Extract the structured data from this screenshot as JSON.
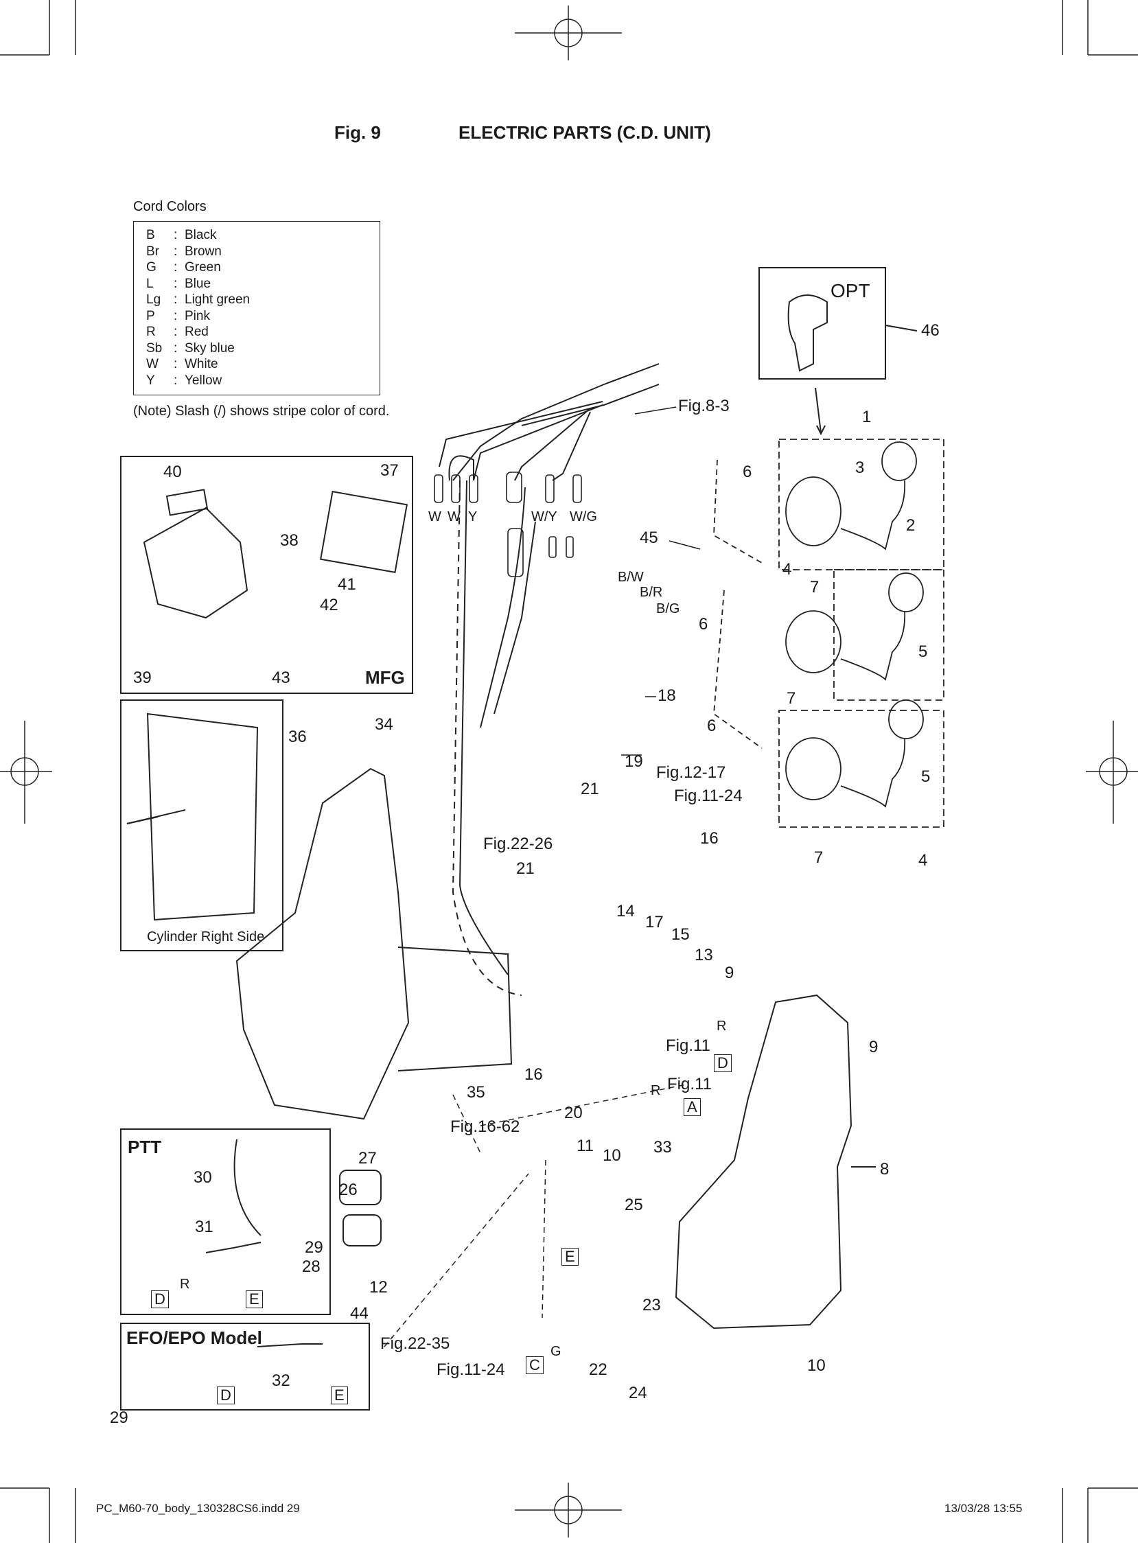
{
  "header": {
    "fig_number": "Fig. 9",
    "fig_title": "ELECTRIC PARTS (C.D. UNIT)"
  },
  "cord_colors": {
    "heading": "Cord Colors",
    "items": [
      {
        "code": "B",
        "name": "Black"
      },
      {
        "code": "Br",
        "name": "Brown"
      },
      {
        "code": "G",
        "name": "Green"
      },
      {
        "code": "L",
        "name": "Blue"
      },
      {
        "code": "Lg",
        "name": "Light green"
      },
      {
        "code": "P",
        "name": "Pink"
      },
      {
        "code": "R",
        "name": "Red"
      },
      {
        "code": "Sb",
        "name": "Sky blue"
      },
      {
        "code": "W",
        "name": "White"
      },
      {
        "code": "Y",
        "name": "Yellow"
      }
    ],
    "note": "(Note) Slash (/) shows stripe color of cord."
  },
  "groups": {
    "opt": "OPT",
    "mfg": "MFG",
    "ptt": "PTT",
    "efo": "EFO/EPO Model",
    "cylinder": "Cylinder Right Side"
  },
  "wire_labels": {
    "w1": "W",
    "w2": "W",
    "y": "Y",
    "wy": "W/Y",
    "wg": "W/G",
    "bw": "B/W",
    "br": "B/R",
    "bg": "B/G",
    "r1": "R",
    "r2": "R",
    "r3": "R",
    "g": "G"
  },
  "refs": {
    "fig8_3": "Fig.8-3",
    "fig12_17": "Fig.12-17",
    "fig11_24a": "Fig.11-24",
    "fig22_26": "Fig.22-26",
    "fig11a": "Fig.11",
    "fig11b": "Fig.11",
    "fig16_62": "Fig.16-62",
    "fig22_35": "Fig.22-35",
    "fig11_24b": "Fig.11-24"
  },
  "connectors": {
    "a": "A",
    "d1": "D",
    "d2": "D",
    "d3": "D",
    "e1": "E",
    "e2": "E",
    "e3": "E",
    "c": "C"
  },
  "part_numbers": {
    "p1": "1",
    "p2": "2",
    "p3": "3",
    "p4a": "4",
    "p4b": "4",
    "p5a": "5",
    "p5b": "5",
    "p6a": "6",
    "p6b": "6",
    "p6c": "6",
    "p7a": "7",
    "p7b": "7",
    "p7c": "7",
    "p8": "8",
    "p9a": "9",
    "p9b": "9",
    "p10a": "10",
    "p10b": "10",
    "p11": "11",
    "p12": "12",
    "p13": "13",
    "p14": "14",
    "p15": "15",
    "p16a": "16",
    "p16b": "16",
    "p17": "17",
    "p18": "18",
    "p19": "19",
    "p20": "20",
    "p21a": "21",
    "p21b": "21",
    "p22": "22",
    "p23": "23",
    "p24": "24",
    "p25": "25",
    "p26": "26",
    "p27": "27",
    "p28": "28",
    "p29": "29",
    "p30": "30",
    "p31": "31",
    "p32": "32",
    "p33": "33",
    "p34": "34",
    "p35": "35",
    "p36": "36",
    "p37": "37",
    "p38": "38",
    "p39": "39",
    "p40": "40",
    "p41": "41",
    "p42": "42",
    "p43": "43",
    "p44": "44",
    "p45": "45",
    "p46": "46"
  },
  "footer": {
    "page_number": "29",
    "file_name": "PC_M60-70_body_130328CS6.indd  29",
    "timestamp": "13/03/28  13:55"
  }
}
